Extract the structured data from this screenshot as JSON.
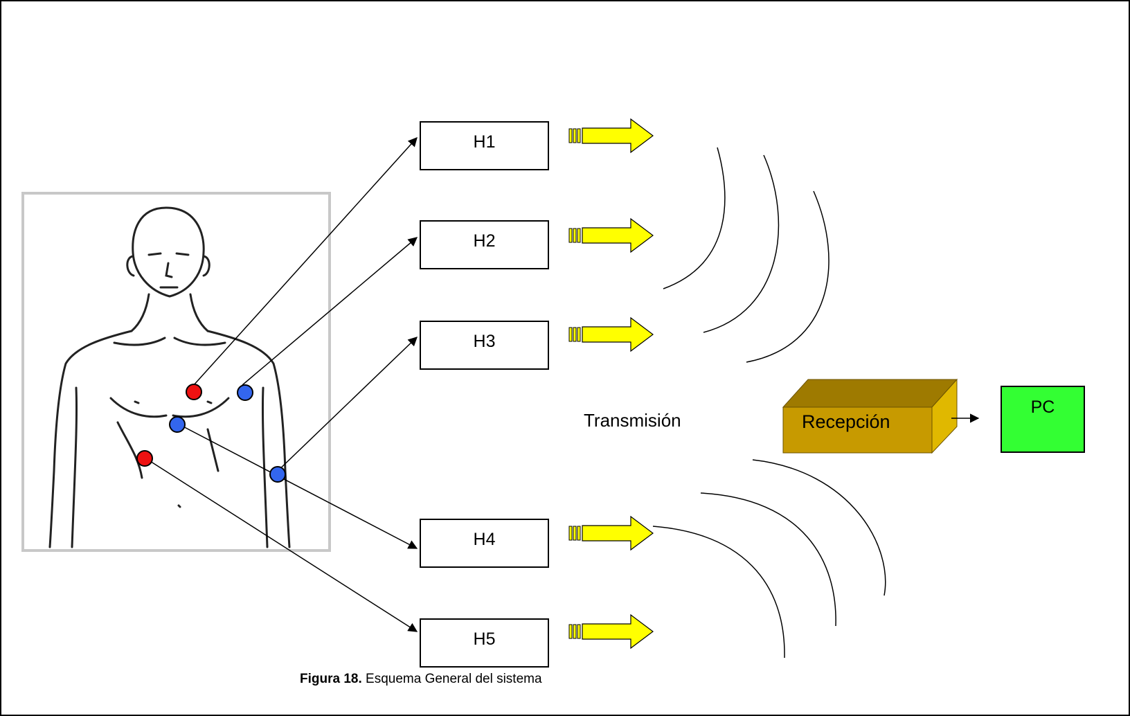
{
  "diagram": {
    "modules": [
      {
        "id": "h1",
        "label": "H1"
      },
      {
        "id": "h2",
        "label": "H2"
      },
      {
        "id": "h3",
        "label": "H3"
      },
      {
        "id": "h4",
        "label": "H4"
      },
      {
        "id": "h5",
        "label": "H5"
      }
    ],
    "transmission_label": "Transmisión",
    "receiver_label": "Recepción",
    "pc_label": "PC",
    "caption": {
      "figure_number": "Figura 18.",
      "text": "Esquema General del sistema"
    },
    "colors": {
      "electrode_red": "#ee1111",
      "electrode_blue": "#3366ee",
      "arrow_fill": "#ffff00",
      "receiver_front": "#c79a00",
      "receiver_top": "#9e7a00",
      "receiver_side": "#e0b800",
      "pc_fill": "#33ff33"
    }
  }
}
